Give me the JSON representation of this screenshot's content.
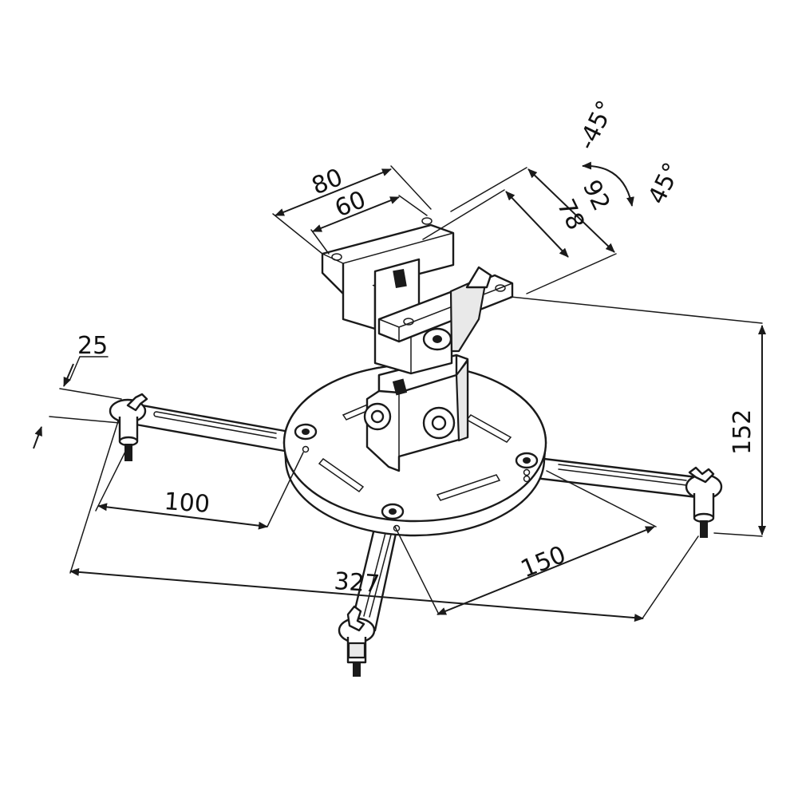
{
  "dimensions": {
    "bracket_width_outer": "80",
    "bracket_width_inner": "60",
    "bracket_depth_outer": "92",
    "bracket_depth_inner": "78",
    "tilt_negative": "-45°",
    "tilt_positive": "45°",
    "arm_width": "25",
    "arm_span_short": "100",
    "arm_span_total": "327",
    "arm_span_side": "150",
    "total_height": "152"
  },
  "colors": {
    "line": "#1a1a1a",
    "background": "#ffffff",
    "shade": "#e9e9e9"
  }
}
